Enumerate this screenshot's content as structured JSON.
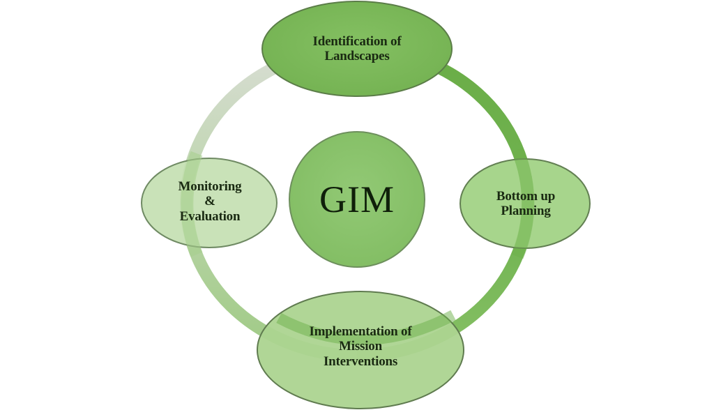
{
  "diagram": {
    "type": "cycle",
    "center": {
      "label": "GIM"
    },
    "nodes": [
      {
        "id": "top",
        "lines": [
          "Identification of",
          "Landscapes"
        ]
      },
      {
        "id": "right",
        "lines": [
          "Bottom up",
          "Planning"
        ]
      },
      {
        "id": "bottom",
        "lines": [
          "Implementation of",
          "Mission",
          "Interventions"
        ]
      },
      {
        "id": "left",
        "lines": [
          "Monitoring",
          "&",
          "Evaluation"
        ]
      }
    ],
    "colors": {
      "background": "#ffffff",
      "node_top_fill": "#7cb85a",
      "node_right_fill": "#9ccf7e",
      "node_bottom_fill": "#a9d38c",
      "node_left_fill": "#bedcaa",
      "center_fill": "#89c46a",
      "node_stroke": "#5f7f4f",
      "ring_right": "#6cb04a",
      "ring_left_top": "#d4dccd",
      "ring_left_bottom": "#a4cc8b",
      "text": "#1a2a12"
    }
  }
}
